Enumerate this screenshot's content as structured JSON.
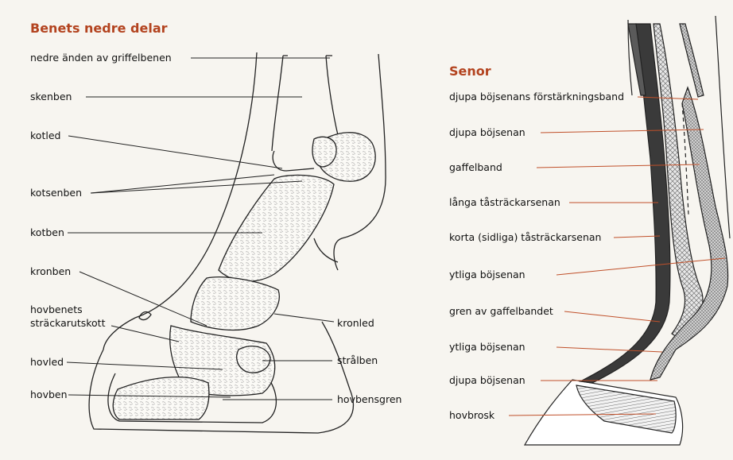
{
  "colors": {
    "heading": "#b3431f",
    "leader_line": "#c0502a",
    "bone_line": "#222222",
    "background": "#f7f5f0"
  },
  "left_panel": {
    "heading": "Benets nedre delar",
    "labels": {
      "nedre_anden": "nedre änden av griffelbenen",
      "skenben": "skenben",
      "kotled": "kotled",
      "kotsenben": "kotsenben",
      "kotben": "kotben",
      "kronben": "kronben",
      "hovbenets_line1": "hovbenets",
      "hovbenets_line2": "sträckarutskott",
      "hovled": "hovled",
      "hovben": "hovben",
      "kronled": "kronled",
      "stralben": "strålben",
      "hovbensgren": "hovbensgren"
    }
  },
  "right_panel": {
    "heading": "Senor",
    "labels": {
      "djupa_forst": "djupa böjsenans förstärkningsband",
      "djupa_1": "djupa böjsenan",
      "gaffelband": "gaffelband",
      "langa": "långa tåsträckarsenan",
      "korta": "korta (sidliga) tåsträckarsenan",
      "ytliga_1": "ytliga böjsenan",
      "gren": "gren av gaffelbandet",
      "ytliga_2": "ytliga böjsenan",
      "djupa_2": "djupa böjsenan",
      "hovbrosk": "hovbrosk"
    }
  }
}
